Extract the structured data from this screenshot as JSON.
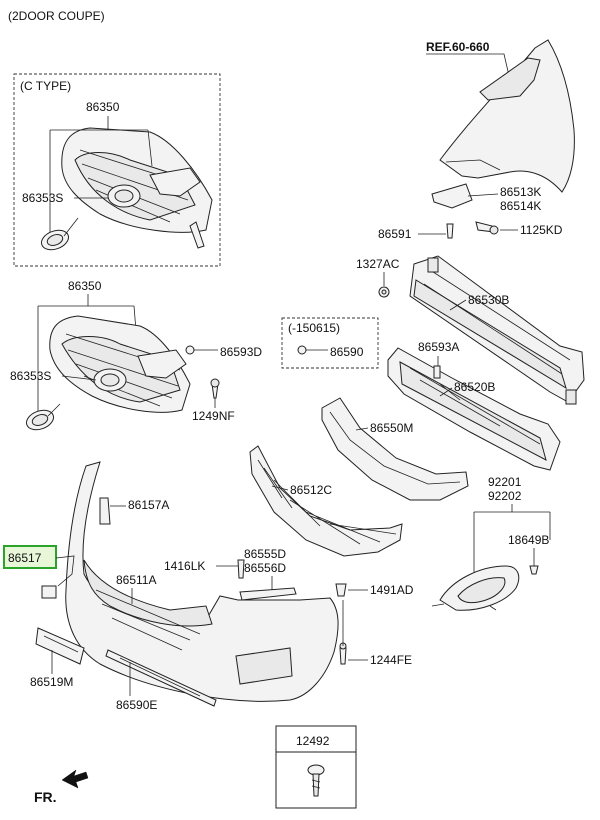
{
  "header": {
    "title": "(2DOOR COUPE)"
  },
  "labels": {
    "ref": "REF.60-660",
    "ctype": "(C TYPE)",
    "p86350_top": "86350",
    "p86353S_top": "86353S",
    "p86350": "86350",
    "p86353S": "86353S",
    "p86593D": "86593D",
    "p1249NF": "1249NF",
    "p150615": "(-150615)",
    "p86590": "86590",
    "p86513K": "86513K",
    "p86514K": "86514K",
    "p86591": "86591",
    "p1125KD": "1125KD",
    "p1327AC": "1327AC",
    "p86530B": "86530B",
    "p86593A": "86593A",
    "p86520B": "86520B",
    "p86550M": "86550M",
    "p86512C": "86512C",
    "p86157A": "86157A",
    "p92201": "92201",
    "p92202": "92202",
    "p18649B": "18649B",
    "p86517": "86517",
    "p1416LK": "1416LK",
    "p86555D": "86555D",
    "p86556D": "86556D",
    "p86511A": "86511A",
    "p1491AD": "1491AD",
    "p1244FE": "1244FE",
    "p86519M": "86519M",
    "p86590E": "86590E",
    "p12492": "12492",
    "fr": "FR."
  },
  "highlight": {
    "part": "86517",
    "color": "#2aa52a"
  }
}
